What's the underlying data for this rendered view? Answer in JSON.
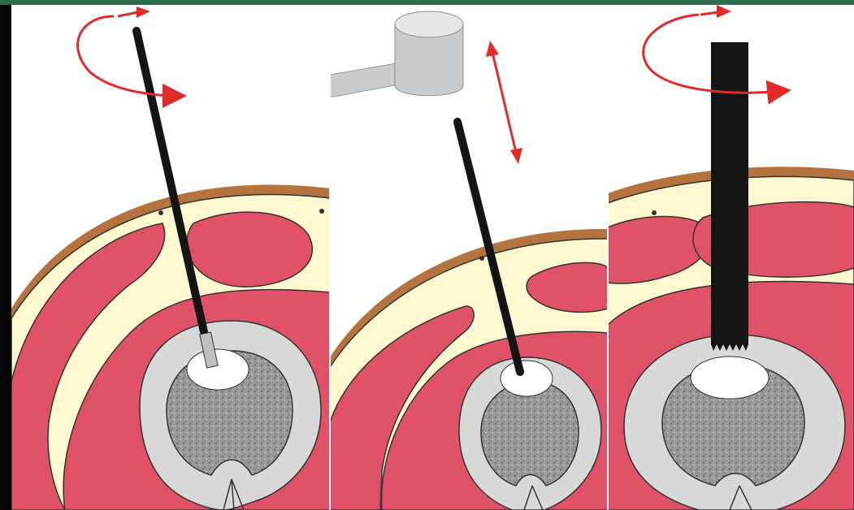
{
  "figure": {
    "panels": [
      {
        "id": "panel-1",
        "tool": "drill-needle",
        "motion": "rotation"
      },
      {
        "id": "panel-2",
        "tool": "hammer-driven-needle",
        "motion": "reciprocating"
      },
      {
        "id": "panel-3",
        "tool": "cannula",
        "motion": "rotation"
      }
    ],
    "colors": {
      "skin": "#b5743f",
      "fat": "#fdf8cf",
      "muscle": "#e05268",
      "bone_cortex": "#d8d8d8",
      "marrow": "#9a9a9a",
      "instrument": "#151515",
      "arrow": "#e12a2a",
      "hammer": "#d3d6d8",
      "background": "#ffffff",
      "frame_left": "#050505",
      "frame_top": "#2f6b4a"
    }
  }
}
